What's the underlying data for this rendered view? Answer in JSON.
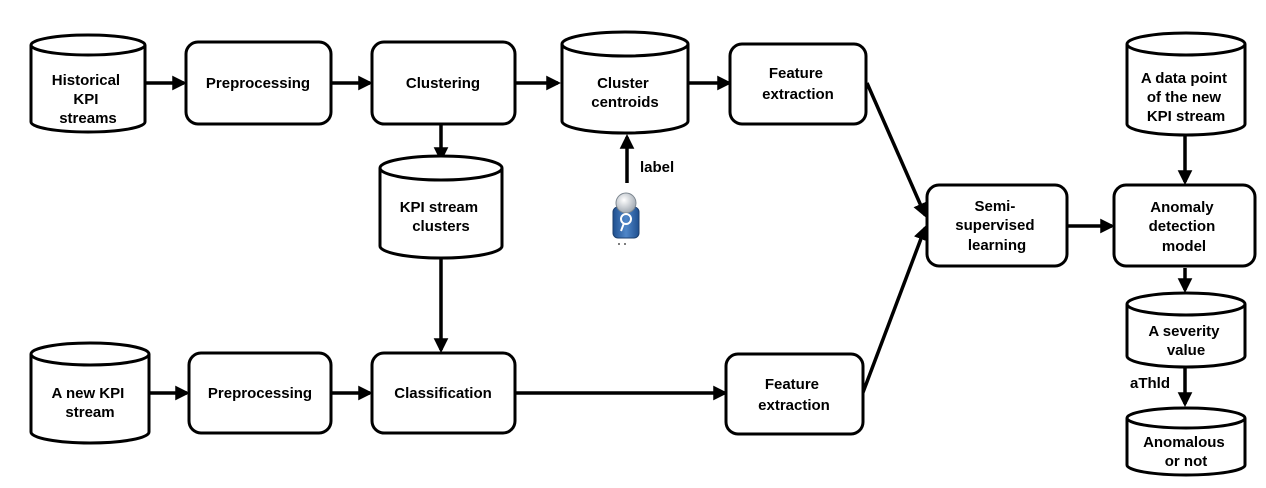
{
  "nodes": {
    "historical_kpi_streams": {
      "lines": [
        "Historical",
        "KPI",
        "streams"
      ]
    },
    "preprocessing_top": {
      "lines": [
        "Preprocessing"
      ]
    },
    "clustering": {
      "lines": [
        "Clustering"
      ]
    },
    "cluster_centroids": {
      "lines": [
        "Cluster",
        "centroids"
      ]
    },
    "feature_extraction_top": {
      "lines": [
        "Feature",
        "extraction"
      ]
    },
    "kpi_stream_clusters": {
      "lines": [
        "KPI stream",
        "clusters"
      ]
    },
    "new_kpi_stream": {
      "lines": [
        "A new KPI",
        "stream"
      ]
    },
    "preprocessing_bottom": {
      "lines": [
        "Preprocessing"
      ]
    },
    "classification": {
      "lines": [
        "Classification"
      ]
    },
    "feature_extraction_bottom": {
      "lines": [
        "Feature",
        "extraction"
      ]
    },
    "semi_supervised_learning": {
      "lines": [
        "Semi-",
        "supervised",
        "learning"
      ]
    },
    "new_data_point": {
      "lines": [
        "A data point",
        "of the new",
        "KPI stream"
      ]
    },
    "anomaly_detection_model": {
      "lines": [
        "Anomaly",
        "detection",
        "model"
      ]
    },
    "severity_value": {
      "lines": [
        "A severity",
        "value"
      ]
    },
    "anomalous_or_not": {
      "lines": [
        "Anomalous",
        "or not"
      ]
    }
  },
  "edge_labels": {
    "label": "label",
    "athld": "aThld"
  },
  "icons": {
    "operator": "operator-person-icon"
  },
  "colors": {
    "stroke": "#000000",
    "icon_blue": "#2f5f9e"
  }
}
